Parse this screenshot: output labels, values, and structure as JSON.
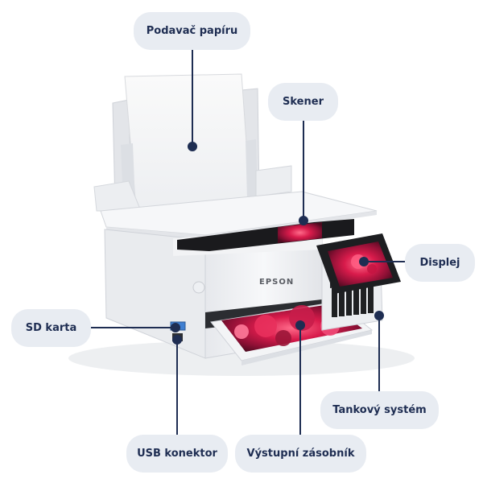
{
  "brand": "EPSON",
  "colors": {
    "accent": "#1e2d52",
    "label_bg": "#e8ecf2",
    "printer_body": "#f4f5f7"
  },
  "callouts": {
    "paper_feeder": "Podavač papíru",
    "scanner": "Skener",
    "display": "Displej",
    "sd_card": "SD karta",
    "tank_system": "Tankový systém",
    "usb_connector": "USB konektor",
    "output_tray": "Výstupní zásobník"
  }
}
